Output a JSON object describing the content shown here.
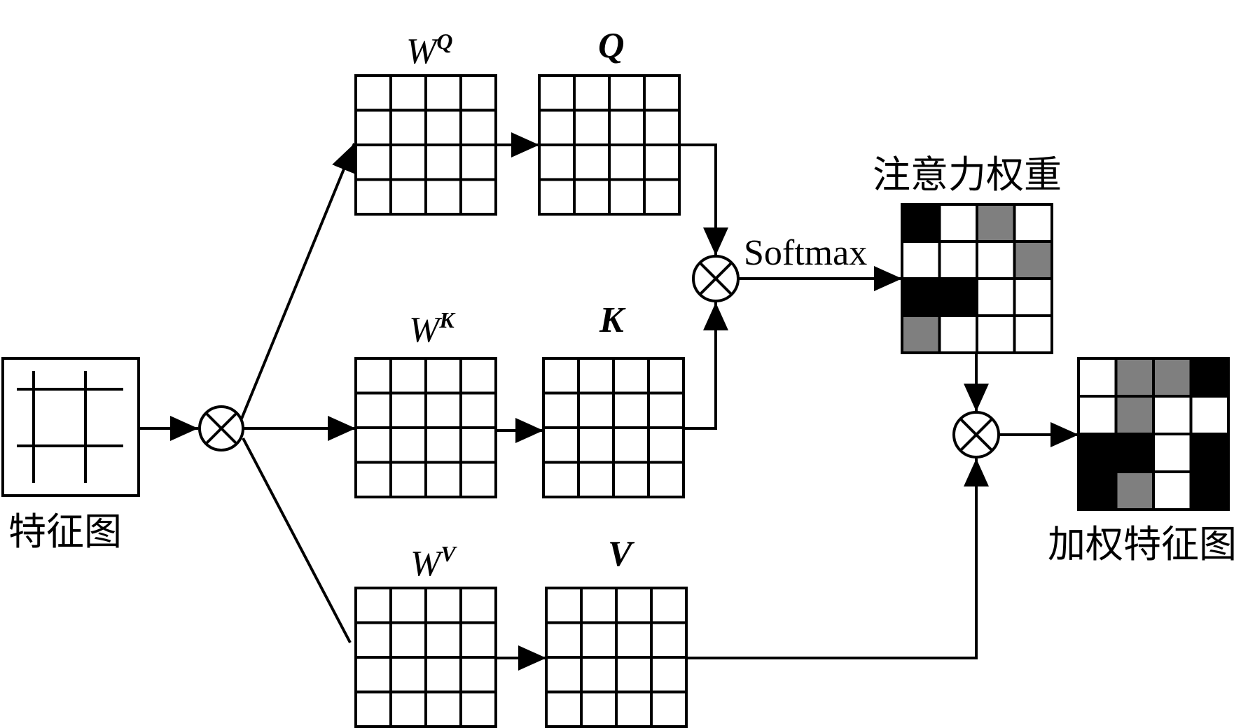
{
  "labels": {
    "feature_map": "特征图",
    "wq": "W",
    "wq_sup": "Q",
    "wk": "W",
    "wk_sup": "K",
    "wv": "W",
    "wv_sup": "V",
    "q": "Q",
    "k": "K",
    "v": "V",
    "softmax": "Softmax",
    "attention_weights": "注意力权重",
    "weighted_feature_map": "加权特征图"
  },
  "operators": {
    "multiply_symbol": "⊗"
  },
  "matrices": {
    "grid_rows": 4,
    "grid_cols": 4,
    "attention_weights_cells": [
      [
        "black",
        "white",
        "gray",
        "white"
      ],
      [
        "white",
        "white",
        "white",
        "gray"
      ],
      [
        "black",
        "black",
        "white",
        "white"
      ],
      [
        "gray",
        "white",
        "white",
        "white"
      ]
    ],
    "weighted_feature_cells": [
      [
        "white",
        "gray",
        "gray",
        "black"
      ],
      [
        "white",
        "gray",
        "white",
        "white"
      ],
      [
        "black",
        "black",
        "white",
        "black"
      ],
      [
        "black",
        "gray",
        "white",
        "black"
      ]
    ]
  },
  "colors": {
    "black": "#000000",
    "gray": "#7f7f7f",
    "white": "#ffffff"
  }
}
